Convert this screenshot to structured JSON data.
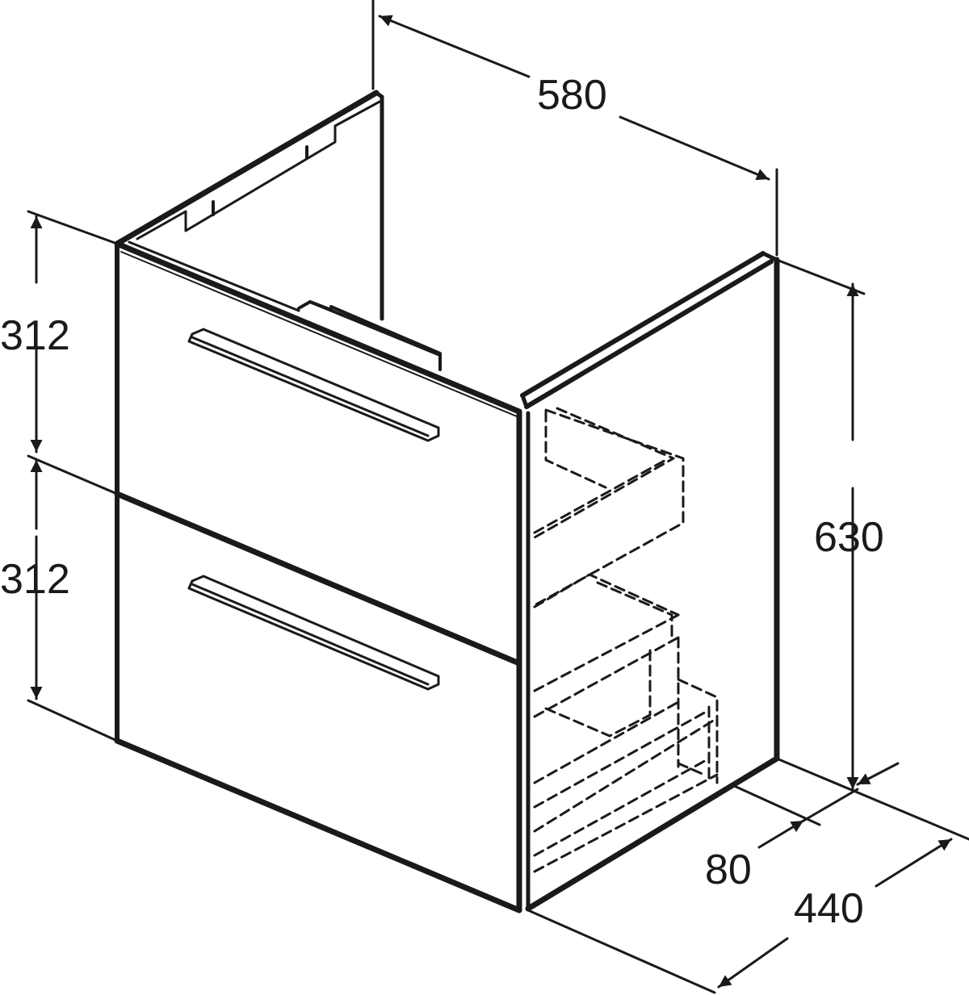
{
  "diagram": {
    "subject": "Wall-hung vanity unit with two drawers",
    "line_color": "#1a1a1a",
    "background": "#ffffff",
    "dimensions": {
      "width": "580",
      "height_total": "630",
      "drawer_top_height": "312",
      "drawer_bottom_height": "312",
      "depth": "440",
      "back_offset": "80"
    }
  }
}
